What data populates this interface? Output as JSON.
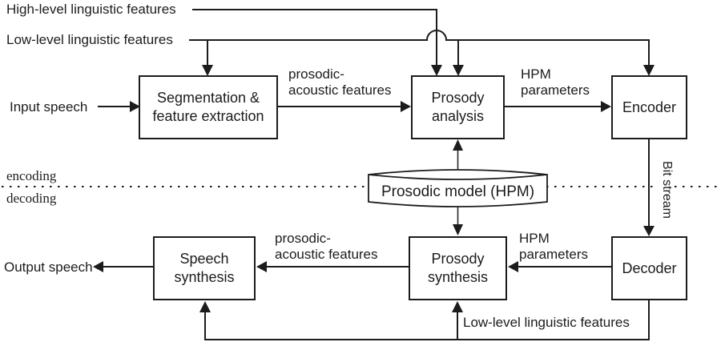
{
  "colors": {
    "ink": "#1c1c1c",
    "background": "#ffffff"
  },
  "phase_labels": {
    "encoding": "encoding",
    "decoding": "decoding"
  },
  "labels": {
    "high_level": "High-level linguistic features",
    "low_level": "Low-level linguistic features",
    "input_speech": "Input speech",
    "output_speech": "Output speech",
    "prosodic_acoustic_top_line1": "prosodic-",
    "prosodic_acoustic_top_line2": "acoustic features",
    "prosodic_acoustic_bottom_line1": "prosodic-",
    "prosodic_acoustic_bottom_line2": "acoustic features",
    "hpm_top_line1": "HPM",
    "hpm_top_line2": "parameters",
    "hpm_bottom_line1": "HPM",
    "hpm_bottom_line2": "parameters",
    "bit_stream": "Bit stream",
    "low_level_bottom": "Low-level linguistic features"
  },
  "boxes": {
    "segmentation_line1": "Segmentation &",
    "segmentation_line2": "feature extraction",
    "prosody_analysis_line1": "Prosody",
    "prosody_analysis_line2": "analysis",
    "encoder": "Encoder",
    "speech_synthesis_line1": "Speech",
    "speech_synthesis_line2": "synthesis",
    "prosody_synthesis_line1": "Prosody",
    "prosody_synthesis_line2": "synthesis",
    "decoder": "Decoder",
    "prosodic_model": "Prosodic model (HPM)"
  }
}
